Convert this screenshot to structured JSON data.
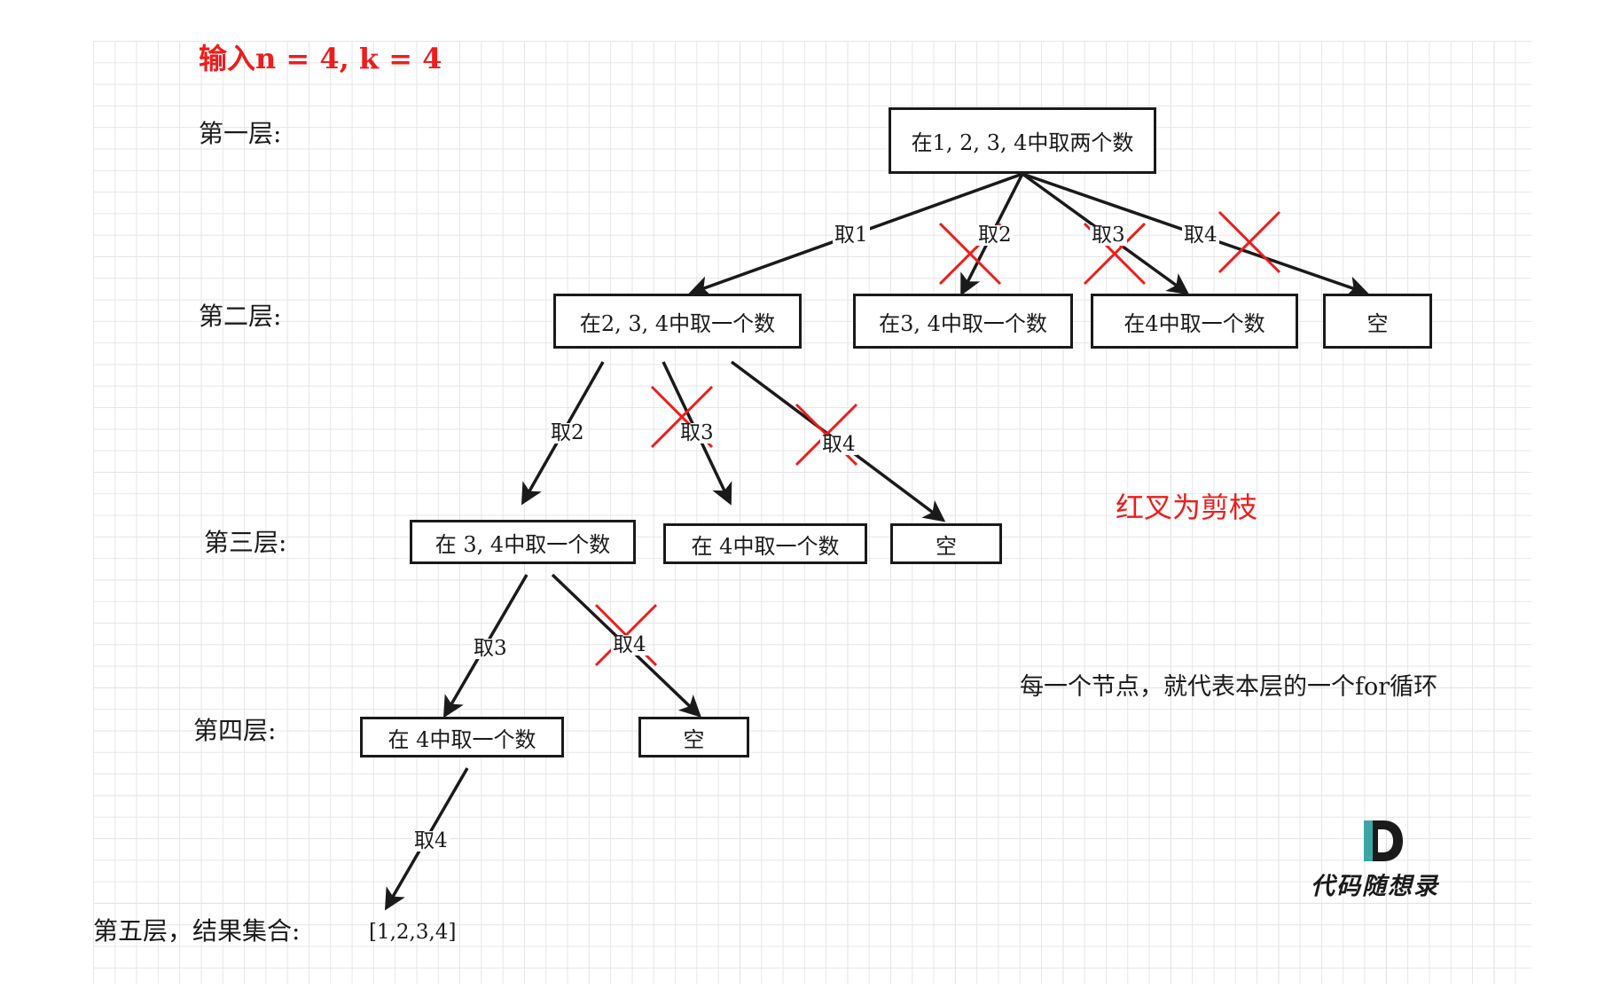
{
  "title": "输入n = 4, k = 4",
  "levels": {
    "level1": "第一层:",
    "level2": "第二层:",
    "level3": "第三层:",
    "level4": "第四层:",
    "level5": "第五层，结果集合:"
  },
  "nodes": {
    "root": "在1, 2, 3, 4中取两个数",
    "l2_a": "在2, 3, 4中取一个数",
    "l2_b": "在3, 4中取一个数",
    "l2_c": "在4中取一个数",
    "l2_d": "空",
    "l3_a": "在 3, 4中取一个数",
    "l3_b": "在 4中取一个数",
    "l3_c": "空",
    "l4_a": "在 4中取一个数",
    "l4_b": "空",
    "result": "[1,2,3,4]"
  },
  "edges": {
    "root_a": "取1",
    "root_b": "取2",
    "root_c": "取3",
    "root_d": "取4",
    "l2a_a": "取2",
    "l2a_b": "取3",
    "l2a_c": "取4",
    "l3a_a": "取3",
    "l3a_b": "取4",
    "l4a_a": "取4"
  },
  "pruned_edges": [
    "root_b",
    "root_c",
    "root_d",
    "l2a_b",
    "l2a_c",
    "l3a_b"
  ],
  "notes": {
    "pruning": "红叉为剪枝",
    "explanation": "每一个节点，就代表本层的一个for循环"
  },
  "logo": {
    "text": "代码随想录",
    "mark_color": "#1a1a1a",
    "accent_color": "#3aa6a6"
  },
  "colors": {
    "red": "#ee1c1c",
    "line": "#1a1a1a",
    "grid": "#e6e6e6"
  }
}
